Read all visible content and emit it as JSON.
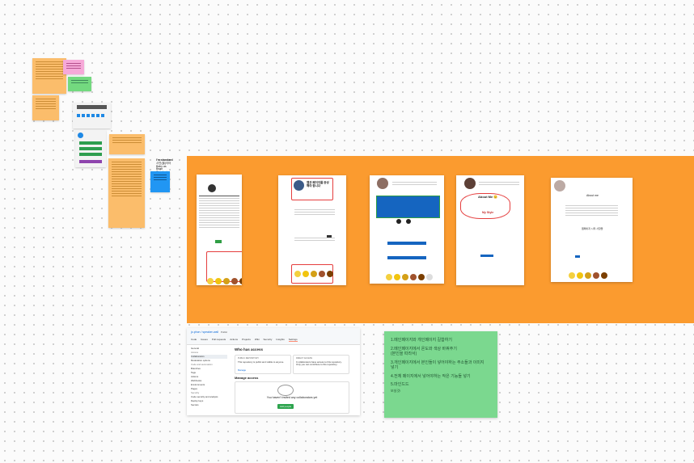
{
  "board": {
    "colors": {
      "orange": "#fb9b2f",
      "sticky_orange": "#fbbd6b",
      "green": "#7bd88f",
      "blue": "#2196f3",
      "pink": "#f6a9d8",
      "sticky_green": "#73d97f"
    },
    "standard_note": {
      "line1": "I'm standard",
      "line2": "사진(을)이터",
      "line3": "Baby as",
      "line4": "Bean",
      "line5": "Simulant"
    }
  },
  "cards": {
    "card2_title": "웹관 페이지를 완성해야 합니다",
    "card4_title": "About Me 😊",
    "card4_sub": "My Style",
    "card5_title": "About me",
    "card5_sub": "웹페이지 시작 사항들"
  },
  "github": {
    "repo": "jo.phon / speaker-wall",
    "visibility": "Public",
    "tabs": [
      "Code",
      "Issues",
      "Pull requests",
      "Actions",
      "Projects",
      "Wiki",
      "Security",
      "Insights",
      "Settings"
    ],
    "section_title": "Who has access",
    "box1_label": "PUBLIC REPOSITORY",
    "box1_text": "This repository is public and visible to anyone.",
    "box1_link": "Manage",
    "box2_label": "DIRECT ACCESS",
    "box2_text": "0 collaborators have access to this repository. Only you can contribute to this repository.",
    "manage_title": "Manage access",
    "empty_text": "You haven't invited any collaborators yet",
    "add_button": "Add people",
    "sidebar": [
      "General",
      "Access",
      "Collaborators",
      "Moderation options",
      "Code and automation",
      "Branches",
      "Tags",
      "Actions",
      "Webhooks",
      "Environments",
      "Pages",
      "Security",
      "Code security and analysis",
      "Deploy keys",
      "Secrets"
    ]
  },
  "todo": {
    "items": [
      "1.메인페이지와 개인페이지 길합하기",
      "2.메인페이지에서 온도와 색상 바꿔주기\n  (본인을 따라서)",
      "3.개인페이지에서 본인들이 넣어야하는 주소들과 이미지\n  넣기",
      "4.전체 페이지에서 넣어야하는 작은 기능들 넣기",
      "5.마인드드"
    ],
    "footer": "보실것!"
  }
}
